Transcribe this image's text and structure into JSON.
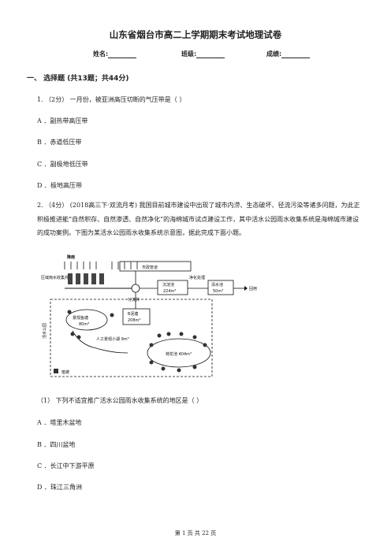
{
  "page": {
    "title": "山东省烟台市高二上学期期末考试地理试卷",
    "info": {
      "name_label": "姓名:",
      "class_label": "班级:",
      "score_label": "成绩:"
    },
    "section_heading": "一、 选择题 (共13题；共44分)",
    "q1": {
      "stem": "1.  （2分）  一月份，被亚洲高压切断的气压带是（     ）",
      "options": [
        "A ．副热带高压带",
        "B ．赤道低压带",
        "C ．副极地低压带",
        "D ．极地高压带"
      ]
    },
    "q2": {
      "stem": "2.  （4分）  (2018高三下·双流月考) 我国目前城市建设中出现了城市内涝、生态破坏、径流污染等诸多问题，为此正积极推进能“自然积存、自然渗透、自然净化”的海绵城市试点建设工作，其中活水公园雨水收集系统是海绵城市建设的成功案例。下图为某活水公园雨水收集系统示意图，据此完成下面小题。",
      "diagram_labels": {
        "rain": "降雨",
        "urban_well": "区域雨水收集井",
        "pipe": "市政管道",
        "sediment": "沉淀池",
        "sediment_vol": "224m³",
        "purify": "净化处理",
        "clear": "清水池",
        "clear_vol": "50m³",
        "reuse": "回用",
        "split_well": "分流井",
        "park": "活水公园",
        "landscape": "景观鱼塘",
        "landscape_vol": "80m³",
        "bpool": "B泥塘",
        "bpool_vol": "208m³",
        "small_lake": "人工景观小湖 9m³",
        "lotus": "荷花池 404m³",
        "legend": "植被"
      },
      "sub1": {
        "stem": "（1）  下列不适宜推广活水公园雨水收集系统的地区是（     ）",
        "options": [
          "A ．塔里木盆地",
          "B ．四川盆地",
          "C ．长江中下游平原",
          "D ．珠江三角洲"
        ]
      }
    },
    "footer": "第 1 页 共 22 页"
  }
}
